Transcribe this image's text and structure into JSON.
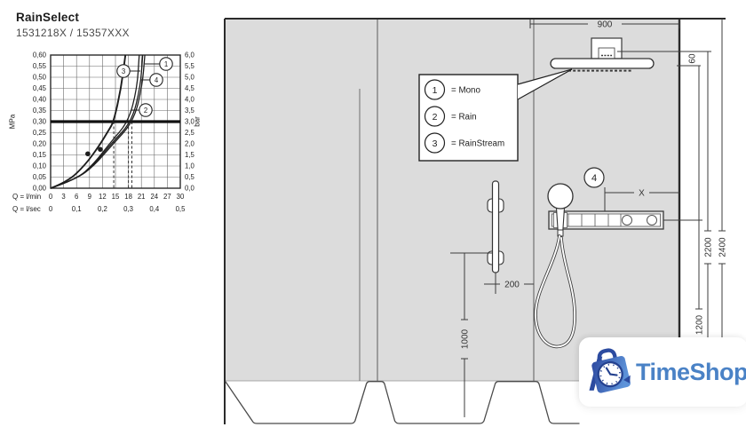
{
  "title_block": {
    "product_name": "RainSelect",
    "article_numbers": "1531218X / 15357XXX"
  },
  "chart_data": {
    "type": "line",
    "ylabel_left": "MPa",
    "ylabel_right": "bar",
    "xlabel_row1": "Q = l/min",
    "xlabel_row2": "Q = l/sec",
    "x_lmin_ticks": [
      0,
      3,
      6,
      9,
      12,
      15,
      18,
      21,
      24,
      27,
      30
    ],
    "x_lsec_ticks": {
      "labels": [
        "0",
        "0,1",
        "0,2",
        "0,3",
        "0,4",
        "0,5"
      ],
      "at_lmin": [
        0,
        6,
        12,
        18,
        24,
        30
      ]
    },
    "y_left_ticks": [
      "0,00",
      "0,05",
      "0,10",
      "0,15",
      "0,20",
      "0,25",
      "0,30",
      "0,35",
      "0,40",
      "0,45",
      "0,50",
      "0,55",
      "0,60"
    ],
    "y_right_ticks": [
      "0,0",
      "0,5",
      "1,0",
      "1,5",
      "2,0",
      "2,5",
      "3,0",
      "3,5",
      "4,0",
      "4,5",
      "5,0",
      "5,5",
      "6,0"
    ],
    "xlim_lmin": [
      0,
      30
    ],
    "ylim_mpa": [
      0,
      0.6
    ],
    "grid": true,
    "legend_position": "on-curve-circled-numbers",
    "pressure_reference_mpa": 0.3,
    "dashed_flow_marks_lmin": [
      14.6,
      18.0,
      18.8
    ],
    "marker_points_lmin_mpa": [
      [
        8.6,
        0.155
      ],
      [
        11.5,
        0.175
      ]
    ],
    "series": [
      {
        "label": "1",
        "points_lmin_mpa": [
          [
            0,
            0
          ],
          [
            6,
            0.042
          ],
          [
            10,
            0.1
          ],
          [
            14,
            0.19
          ],
          [
            19.2,
            0.3
          ],
          [
            21.2,
            0.46
          ],
          [
            21.8,
            0.6
          ]
        ]
      },
      {
        "label": "2",
        "points_lmin_mpa": [
          [
            0,
            0
          ],
          [
            6,
            0.04
          ],
          [
            10,
            0.11
          ],
          [
            14,
            0.21
          ],
          [
            18.0,
            0.3
          ],
          [
            20.0,
            0.45
          ],
          [
            20.5,
            0.6
          ]
        ]
      },
      {
        "label": "3",
        "points_lmin_mpa": [
          [
            0,
            0
          ],
          [
            4,
            0.03
          ],
          [
            8,
            0.105
          ],
          [
            11.2,
            0.19
          ],
          [
            13.4,
            0.26
          ],
          [
            14.6,
            0.3
          ],
          [
            16.3,
            0.45
          ],
          [
            17.3,
            0.6
          ]
        ]
      },
      {
        "label": "4",
        "points_lmin_mpa": [
          [
            0,
            0
          ],
          [
            6,
            0.04
          ],
          [
            10,
            0.105
          ],
          [
            14,
            0.2
          ],
          [
            18.8,
            0.3
          ],
          [
            20.8,
            0.46
          ],
          [
            21.3,
            0.6
          ]
        ]
      }
    ]
  },
  "legend": {
    "items": [
      {
        "num": "1",
        "label": "= Mono"
      },
      {
        "num": "2",
        "label": "= Rain"
      },
      {
        "num": "3",
        "label": "= RainStream"
      }
    ]
  },
  "diagram": {
    "callout_number": "4",
    "dims": {
      "top_width": "900",
      "head_ceiling_offset": "60",
      "x_placeholder": "X",
      "bar_bottom_offset": "200",
      "bar_height": "1000",
      "trim_line": "1200",
      "head_line": "2200",
      "total_height": "2400"
    }
  },
  "logo": {
    "wordmark": "TimeShop"
  },
  "colors": {
    "wall_gray": "#dcdcdc",
    "line_dark": "#3d3d3d",
    "logo_blue": "#4a82c6",
    "logo_navy": "#2c4ba0"
  }
}
